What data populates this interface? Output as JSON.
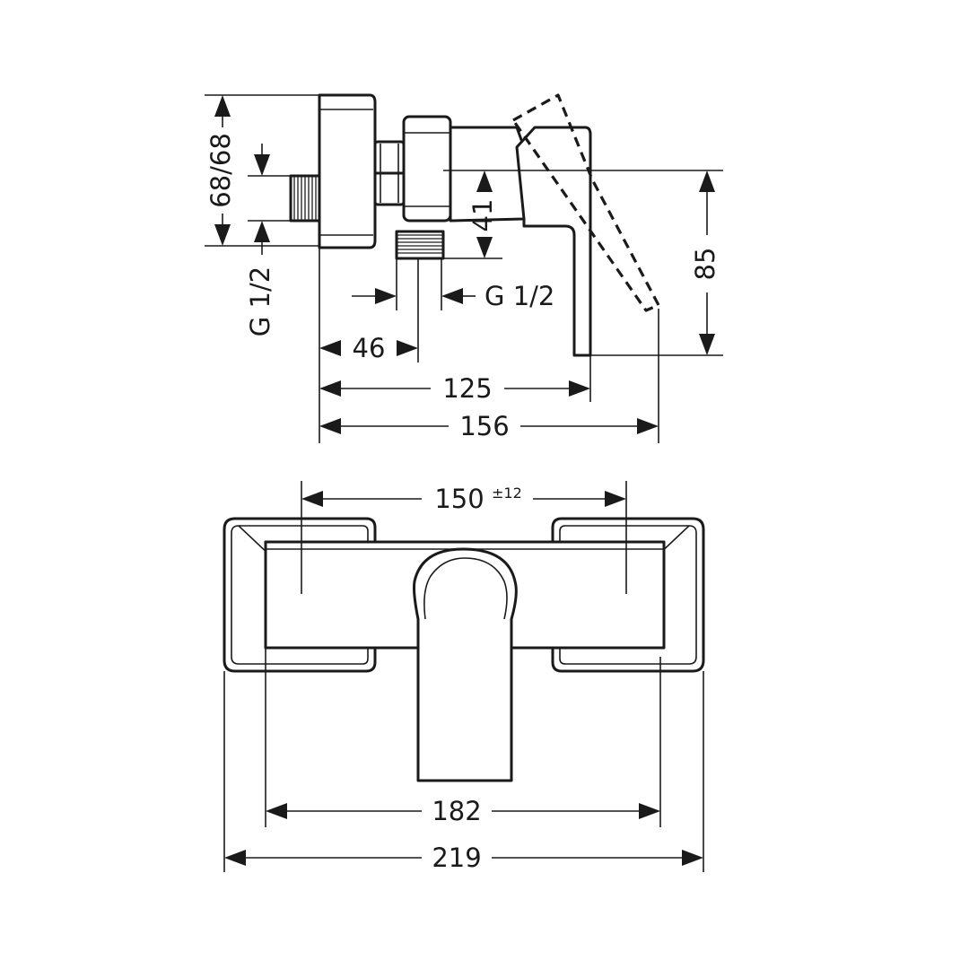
{
  "side_view": {
    "dim_height_total": "68/68",
    "dim_inlet_thread": "G 1/2",
    "dim_outlet_height": "41",
    "dim_outlet_thread": "G 1/2",
    "dim_handle_height": "85",
    "dim_outlet_offset": "46",
    "dim_depth": "125",
    "dim_depth_open": "156"
  },
  "front_view": {
    "dim_centers": "150",
    "dim_centers_tolerance": "±12",
    "dim_body_width": "182",
    "dim_total_width": "219"
  }
}
